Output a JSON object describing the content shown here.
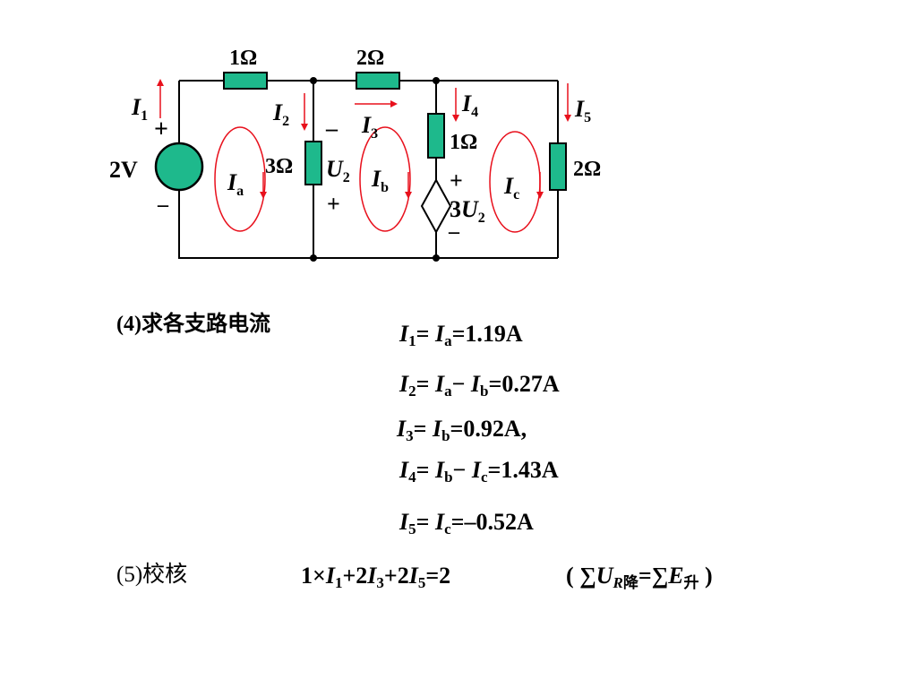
{
  "circuit": {
    "resistors": {
      "top_left": "1Ω",
      "top_mid": "2Ω",
      "middle": "3Ω",
      "right_vertical": "1Ω",
      "far_right": "2Ω"
    },
    "source_label": "2V",
    "source_plus": "+",
    "source_minus": "–",
    "dependent_source": {
      "coef": "3",
      "var": "U",
      "sub": "2"
    },
    "dep_plus": "+",
    "dep_minus": "–",
    "u2_label": {
      "var": "U",
      "sub": "2"
    },
    "u2_minus": "–",
    "u2_plus": "+",
    "currents": {
      "I1": {
        "var": "I",
        "sub": "1"
      },
      "I2": {
        "var": "I",
        "sub": "2"
      },
      "I3": {
        "var": "I",
        "sub": "3"
      },
      "I4": {
        "var": "I",
        "sub": "4"
      },
      "I5": {
        "var": "I",
        "sub": "5"
      }
    },
    "loops": {
      "a": {
        "var": "I",
        "sub": "a"
      },
      "b": {
        "var": "I",
        "sub": "b"
      },
      "c": {
        "var": "I",
        "sub": "c"
      }
    },
    "colors": {
      "wire": "#000000",
      "resistor_fill": "#1eb98c",
      "arrow": "#e8101c"
    }
  },
  "step4": {
    "title": "(4)求各支路电流",
    "eqs": [
      {
        "lhs": "1",
        "a": "a",
        "op": "",
        "b": "",
        "val": "=1.19A"
      },
      {
        "lhs": "2",
        "a": "a",
        "op": "−",
        "b": "b",
        "val": "=0.27A"
      },
      {
        "lhs": "3",
        "a": "b",
        "op": "",
        "b": "",
        "val": "=0.92A,"
      },
      {
        "lhs": "4",
        "a": "b",
        "op": "−",
        "b": "c",
        "val": "=1.43A"
      },
      {
        "lhs": "5",
        "a": "c",
        "op": "",
        "b": "",
        "val": "=–0.52A"
      }
    ]
  },
  "step5": {
    "title": "(5)校核",
    "check": {
      "c1": "1×",
      "s1": "1",
      "c2": "+2",
      "s2": "3",
      "c3": "+2",
      "s3": "5",
      "end": "=2"
    },
    "rule": {
      "open": "( ∑",
      "u": "U",
      "r": "R",
      "jiang": "降",
      "eq": "=∑",
      "e": "E",
      "sheng": "升",
      "close": ")"
    }
  }
}
